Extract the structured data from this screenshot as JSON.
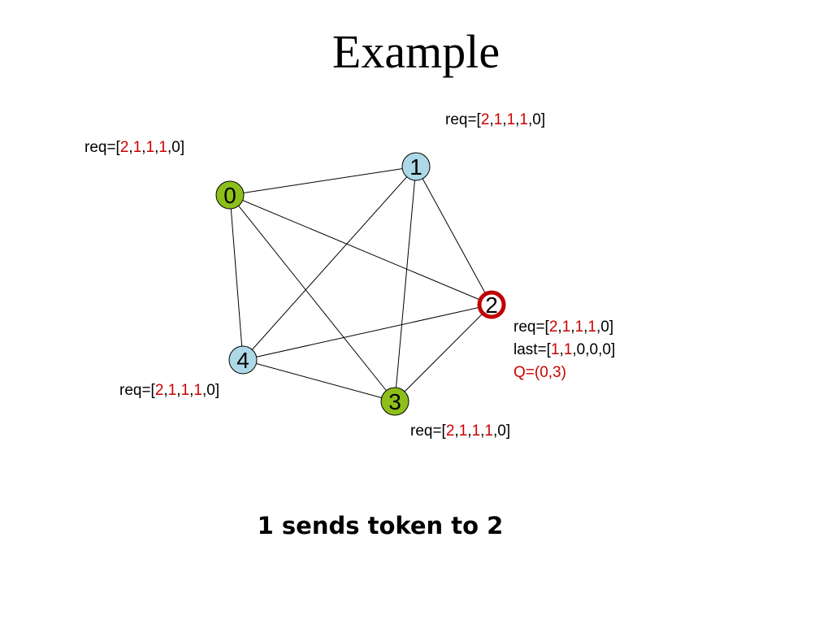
{
  "title": "Example",
  "colors": {
    "node_green": "#8cbf1a",
    "node_blue": "#add8e6",
    "highlight_ring": "#c00000",
    "value_red": "#cc0000"
  },
  "nodes": [
    {
      "id": "0",
      "label": "0",
      "fill": "#8cbf1a"
    },
    {
      "id": "1",
      "label": "1",
      "fill": "#add8e6"
    },
    {
      "id": "2",
      "label": "2",
      "fill": "#ffffff",
      "ring": "#c00000"
    },
    {
      "id": "3",
      "label": "3",
      "fill": "#8cbf1a"
    },
    {
      "id": "4",
      "label": "4",
      "fill": "#add8e6"
    }
  ],
  "edges": [
    [
      "0",
      "1"
    ],
    [
      "0",
      "2"
    ],
    [
      "0",
      "3"
    ],
    [
      "0",
      "4"
    ],
    [
      "1",
      "2"
    ],
    [
      "1",
      "3"
    ],
    [
      "1",
      "4"
    ],
    [
      "2",
      "3"
    ],
    [
      "2",
      "4"
    ],
    [
      "3",
      "4"
    ]
  ],
  "req_labels": {
    "node0": {
      "prefix": "req=[",
      "v0": "2",
      "v1": "1",
      "v2": "1",
      "v3": "1",
      "v4": "0",
      "suffix": "]"
    },
    "node1": {
      "prefix": "req=[",
      "v0": "2",
      "v1": "1",
      "v2": "1",
      "v3": "1",
      "v4": "0",
      "suffix": "]"
    },
    "node2": {
      "prefix": "req=[",
      "v0": "2",
      "v1": "1",
      "v2": "1",
      "v3": "1",
      "v4": "0",
      "suffix": "]"
    },
    "node3": {
      "prefix": "req=[",
      "v0": "2",
      "v1": "1",
      "v2": "1",
      "v3": "1",
      "v4": "0",
      "suffix": "]"
    },
    "node4": {
      "prefix": "req=[",
      "v0": "2",
      "v1": "1",
      "v2": "1",
      "v3": "1",
      "v4": "0",
      "suffix": "]"
    }
  },
  "last_label": {
    "prefix": "last=[",
    "v0": "1",
    "v1": "1",
    "v2": "0",
    "v3": "0",
    "v4": "0",
    "suffix": "]"
  },
  "queue_label": "Q=(0,3)",
  "caption": "1 sends token to 2"
}
